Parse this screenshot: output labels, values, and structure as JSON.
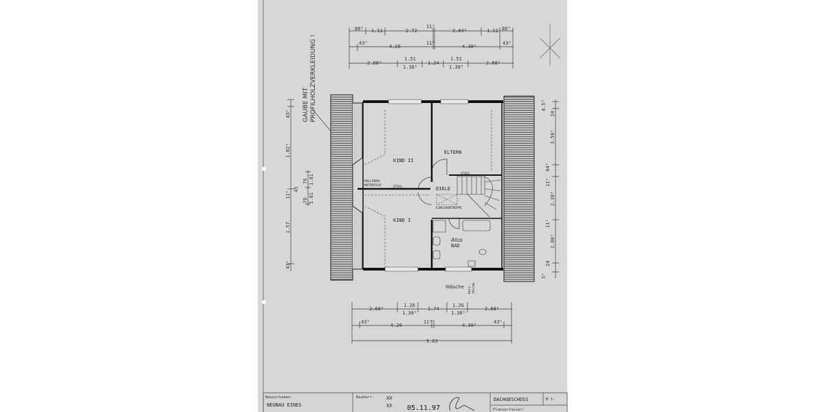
{
  "plan": {
    "rooms": {
      "kind_2": "KIND II",
      "eltern": "ELTERN",
      "diele": "DIELE",
      "kind_1": "KIND I",
      "bad": "BAD",
      "bad_note": "Alus",
      "stiel_1": "STIEL",
      "stiel_2": "STIEL",
      "rolladen": "ROLLADEN-",
      "motorisch": "MOTORISCH",
      "treppe": "EINSCHUBTREPPE",
      "heiz": "Heiz-",
      "therme": "therme",
      "waesche": "Wäsche"
    },
    "handwritten_note": [
      "GAUBE MIT",
      "PROFILHOLZVERKLEIDUNG !"
    ],
    "dims_top": {
      "row1": [
        "86⁵",
        "1.11",
        "2.72",
        "11⁵",
        "2.84⁵",
        "1.11",
        "86⁵"
      ],
      "row2": [
        "43⁵",
        "4.26",
        "11⁵",
        "4.38⁵",
        "43⁵"
      ],
      "row3": [
        "2.68⁵",
        "1.51",
        "1.38⁵",
        "1.24",
        "1.51",
        "1.38⁵",
        "2.68⁵"
      ]
    },
    "dims_bottom": {
      "row1": [
        "2.68⁵",
        "1.26",
        "1.38⁵",
        "1.74",
        "1.26",
        "1.38⁵",
        "2.68⁵"
      ],
      "row2": [
        "43⁵",
        "4.26",
        "11⁵",
        "4.38⁵",
        "43⁵"
      ],
      "row3": [
        "9.63"
      ]
    },
    "dims_left": [
      "43⁵",
      "1.82⁵",
      "11⁵",
      "1.57",
      "43⁵",
      "76",
      "1.01",
      "45",
      "76",
      "1.01"
    ],
    "dims_right": [
      "4.5⁵",
      "24",
      "3.50⁵",
      "44⁵",
      "11⁵",
      "2.38⁵",
      "11⁵",
      "2.88⁵",
      "24",
      "5⁵"
    ]
  },
  "title_block": {
    "bauvorhaben_label": "Bauvorhaben:",
    "bauvorhaben_value": "NEUBAU EINES",
    "bauherr_label": "Bauherr:",
    "bauherr_1": "XX",
    "bauherr_2": "XX",
    "date": "05.11.97",
    "sheet_title": "DACHGESCHOSS",
    "scale": "M 1:",
    "planverfasser_label": "Planverfasser:"
  },
  "colors": {
    "paper": "#d7d7d5",
    "ink": "#1e1e1e"
  }
}
